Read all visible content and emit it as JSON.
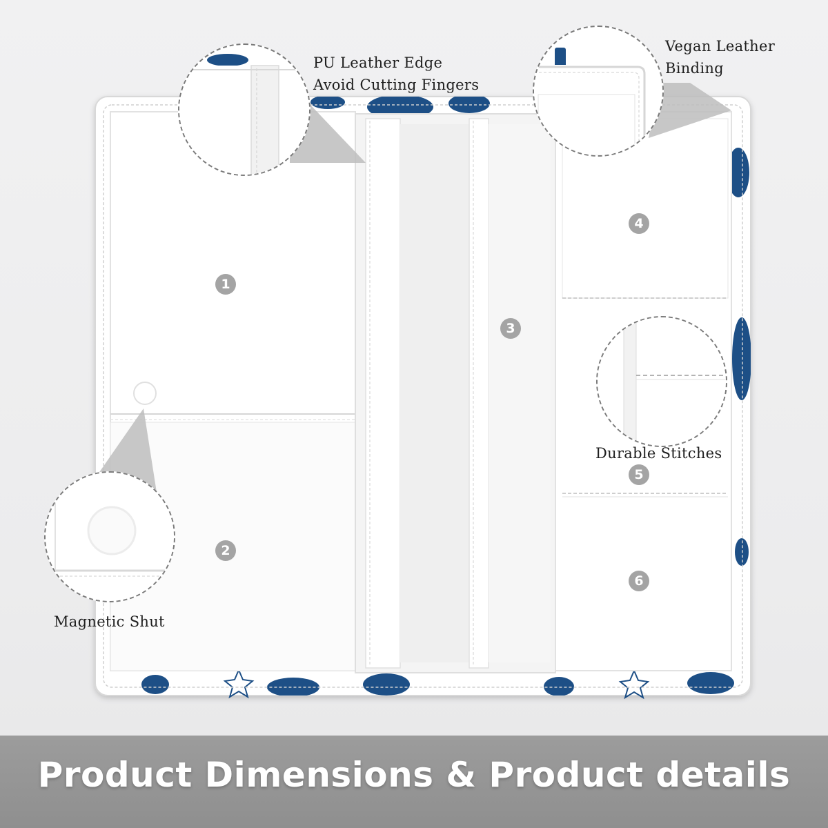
{
  "callouts": {
    "pu_edge": [
      "PU Leather Edge",
      "Avoid Cutting Fingers"
    ],
    "vegan_binding": [
      "Vegan Leather",
      "Binding"
    ],
    "magnetic": "Magnetic Shut",
    "stitches": "Durable Stitches"
  },
  "pocket_numbers": [
    "1",
    "2",
    "3",
    "4",
    "5",
    "6"
  ],
  "banner": {
    "title": "Product Dimensions & Product details"
  },
  "colors": {
    "pattern_navy": "#1d4f86",
    "badge_gray": "#a4a4a4",
    "banner_gray": "#969696",
    "leather_white": "#ffffff"
  },
  "icons": [
    "magnifier-callout",
    "starfish-pattern",
    "sea-shell-pattern",
    "magnetic-snap"
  ]
}
